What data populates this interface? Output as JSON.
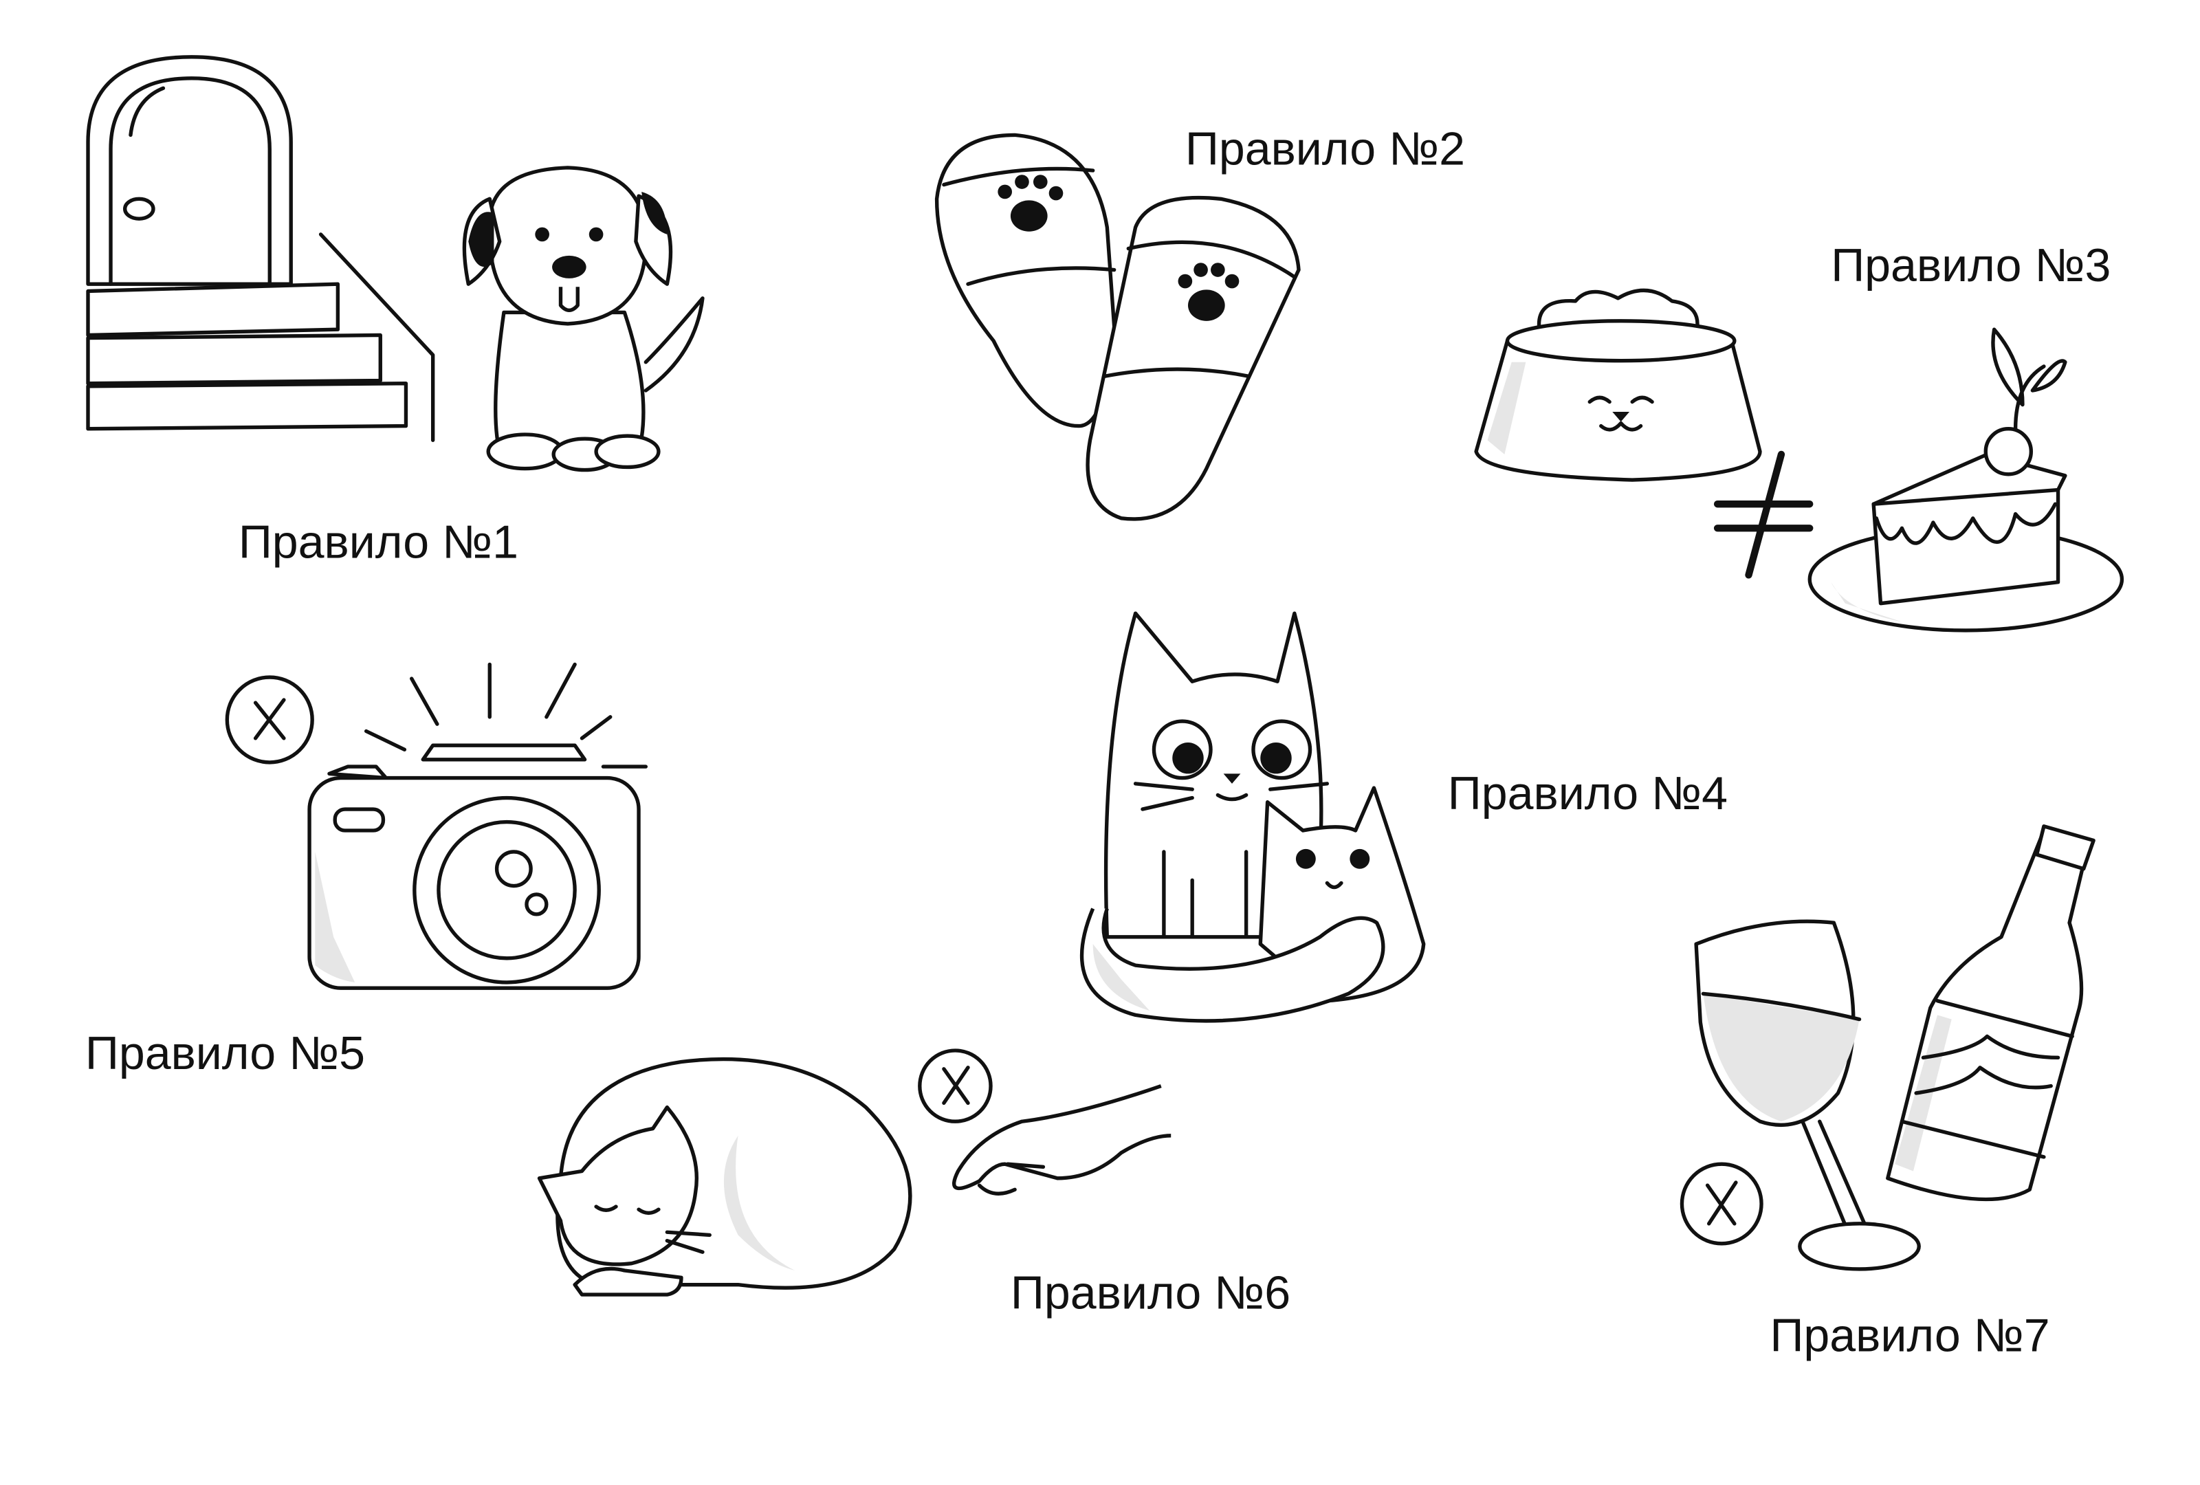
{
  "rules": [
    {
      "label": "Правило №1",
      "icon": "door-stairs-dog"
    },
    {
      "label": "Правило №2",
      "icon": "slippers-paw"
    },
    {
      "label": "Правило №3",
      "icon": "pet-bowl-not-equal-cake"
    },
    {
      "label": "Правило №4",
      "icon": "two-cats"
    },
    {
      "label": "Правило №5",
      "icon": "camera-flash-forbidden"
    },
    {
      "label": "Правило №6",
      "icon": "sleeping-cat-hand-forbidden"
    },
    {
      "label": "Правило №7",
      "icon": "wine-glass-bottle-forbidden"
    }
  ],
  "colors": {
    "ink": "#111111",
    "shade": "#e6e6e6",
    "background": "#ffffff"
  }
}
